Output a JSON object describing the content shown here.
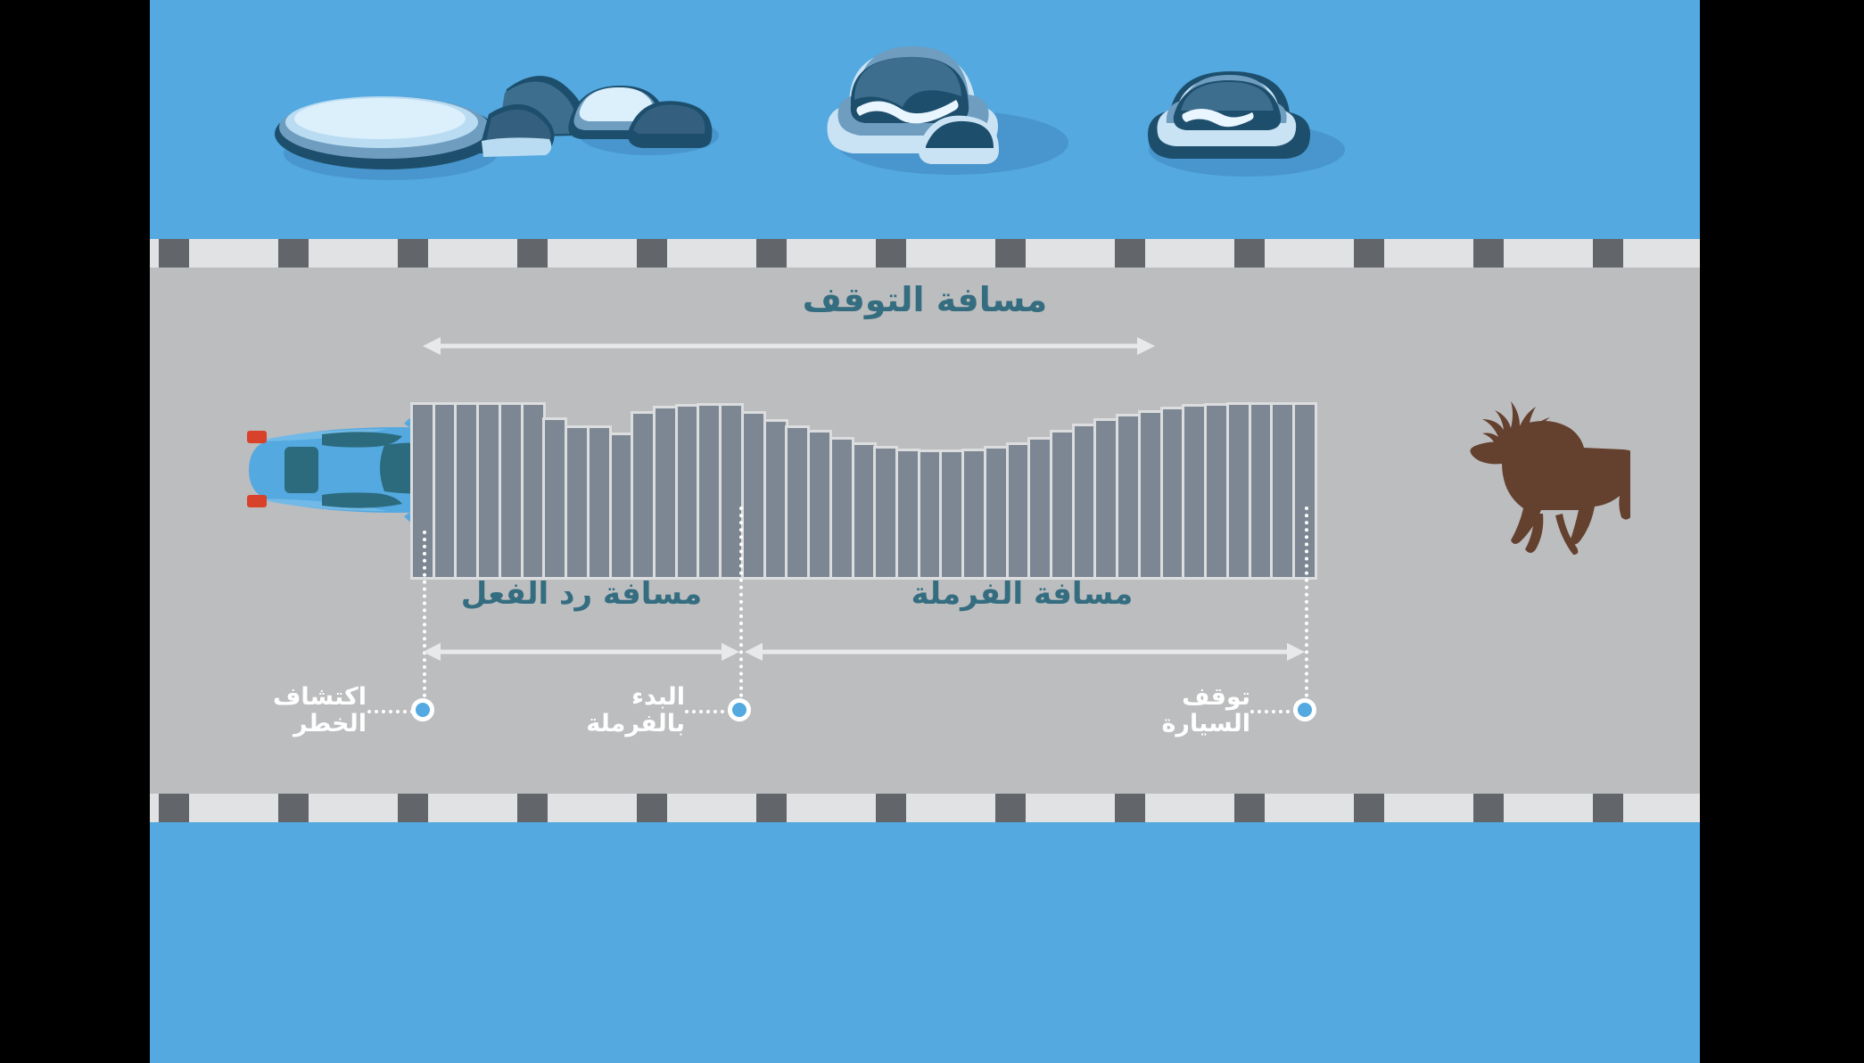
{
  "figure": {
    "title": "مسافة التوقف",
    "language": "ar",
    "direction": "rtl"
  },
  "colors": {
    "sky": "#53a9e0",
    "road": "#bcbdbf",
    "road_edge": "#e1e2e3",
    "road_dash": "#62666b",
    "teal_text": "#356d80",
    "white_text": "#ffffff",
    "marker_fill": "#53a9e0",
    "skid_bar": "#7d8793",
    "skid_bar_outline": "#dcdddf",
    "car_body": "#53a9e0",
    "car_glass": "#2c6b7d",
    "car_taillight": "#d8412a",
    "car_headlight": "#f0b923",
    "deer": "#64412f",
    "rock_dark": "#1d4f6d",
    "rock_mid": "#3d6e8e",
    "rock_light": "#c9e3f4",
    "letterbox": "#000000"
  },
  "measures": {
    "total": {
      "label": "مسافة التوقف",
      "arrow": "double-headed"
    },
    "segments": [
      {
        "key": "reaction",
        "label": "مسافة رد الفعل",
        "arrow": "double-headed"
      },
      {
        "key": "braking",
        "label": "مسافة الفرملة",
        "arrow": "double-headed"
      }
    ]
  },
  "markers": [
    {
      "key": "hazard-detection",
      "label": "اكتشاف\nالخطر",
      "dot_color": "#53a9e0"
    },
    {
      "key": "start-braking",
      "label": "البدء\nبالفرملة",
      "dot_color": "#53a9e0"
    },
    {
      "key": "car-stop",
      "label": "توقف\nالسيارة",
      "dot_color": "#53a9e0"
    }
  ],
  "actors": {
    "car": {
      "name": "blue-sports-car",
      "view": "top-down",
      "facing": "right"
    },
    "deer": {
      "name": "deer-hazard",
      "view": "side",
      "facing": "left"
    }
  },
  "scenery": {
    "rocks": [
      {
        "group": 1
      },
      {
        "group": 2
      },
      {
        "group": 3
      },
      {
        "group": 4
      }
    ]
  },
  "chart_data": {
    "type": "bar",
    "title": "مسافة التوقف",
    "description": "Skid-mark bars along the stopping distance; bar length dips toward the middle of the braking zone.",
    "xlabel": "",
    "ylabel": "",
    "categories": [
      "b1",
      "b2",
      "b3",
      "b4",
      "b5",
      "b6",
      "b7",
      "b8",
      "b9",
      "b10",
      "b11",
      "b12",
      "b13",
      "b14",
      "b15",
      "b16",
      "b17",
      "b18",
      "b19",
      "b20",
      "b21",
      "b22",
      "b23",
      "b24",
      "b25",
      "b26",
      "b27",
      "b28",
      "b29",
      "b30",
      "b31",
      "b32",
      "b33",
      "b34",
      "b35",
      "b36",
      "b37",
      "b38",
      "b39",
      "b40",
      "b41"
    ],
    "values": [
      148,
      148,
      148,
      148,
      148,
      148,
      135,
      128,
      128,
      122,
      140,
      145,
      146,
      147,
      147,
      140,
      133,
      128,
      124,
      118,
      113,
      110,
      108,
      107,
      107,
      108,
      110,
      113,
      118,
      124,
      129,
      134,
      138,
      141,
      144,
      146,
      147,
      148,
      148,
      148,
      148
    ],
    "ylim": [
      0,
      150
    ],
    "grid": false,
    "legend": false
  }
}
